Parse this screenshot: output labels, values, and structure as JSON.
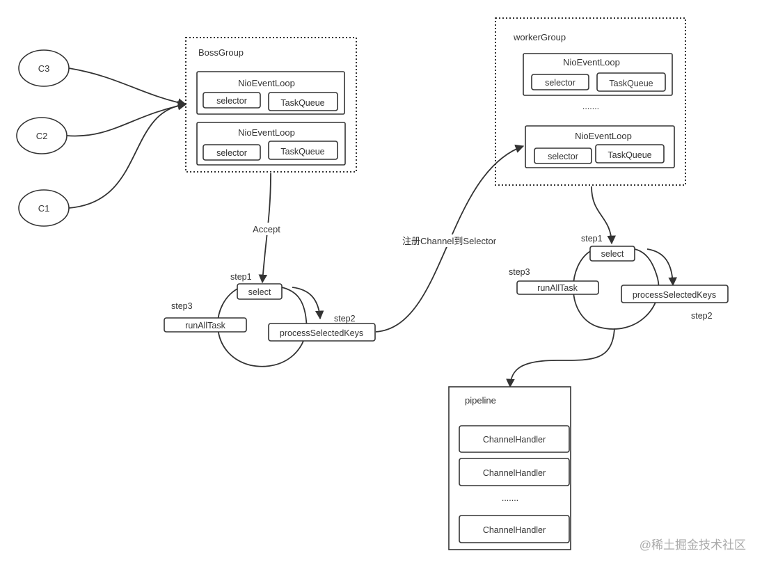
{
  "clients": [
    "C3",
    "C2",
    "C1"
  ],
  "boss": {
    "title": "BossGroup",
    "loops": [
      {
        "title": "NioEventLoop",
        "selector": "selector",
        "queue": "TaskQueue"
      },
      {
        "title": "NioEventLoop",
        "selector": "selector",
        "queue": "TaskQueue"
      }
    ]
  },
  "worker": {
    "title": "workerGroup",
    "loops": [
      {
        "title": "NioEventLoop",
        "selector": "selector",
        "queue": "TaskQueue"
      },
      {
        "title": "NioEventLoop",
        "selector": "selector",
        "queue": "TaskQueue"
      }
    ],
    "ellipsis": "......."
  },
  "edges": {
    "accept": "Accept",
    "register": "注册Channel到Selector"
  },
  "boss_cycle": {
    "step1": "step1",
    "step2": "step2",
    "step3": "step3",
    "select": "select",
    "process": "processSelectedKeys",
    "run": "runAllTask"
  },
  "worker_cycle": {
    "step1": "step1",
    "step2": "step2",
    "step3": "step3",
    "select": "select",
    "process": "processSelectedKeys",
    "run": "runAllTask"
  },
  "pipeline": {
    "title": "pipeline",
    "handlers": [
      "ChannelHandler",
      "ChannelHandler",
      "ChannelHandler"
    ],
    "ellipsis": "......."
  },
  "watermark": "@稀土掘金技术社区"
}
